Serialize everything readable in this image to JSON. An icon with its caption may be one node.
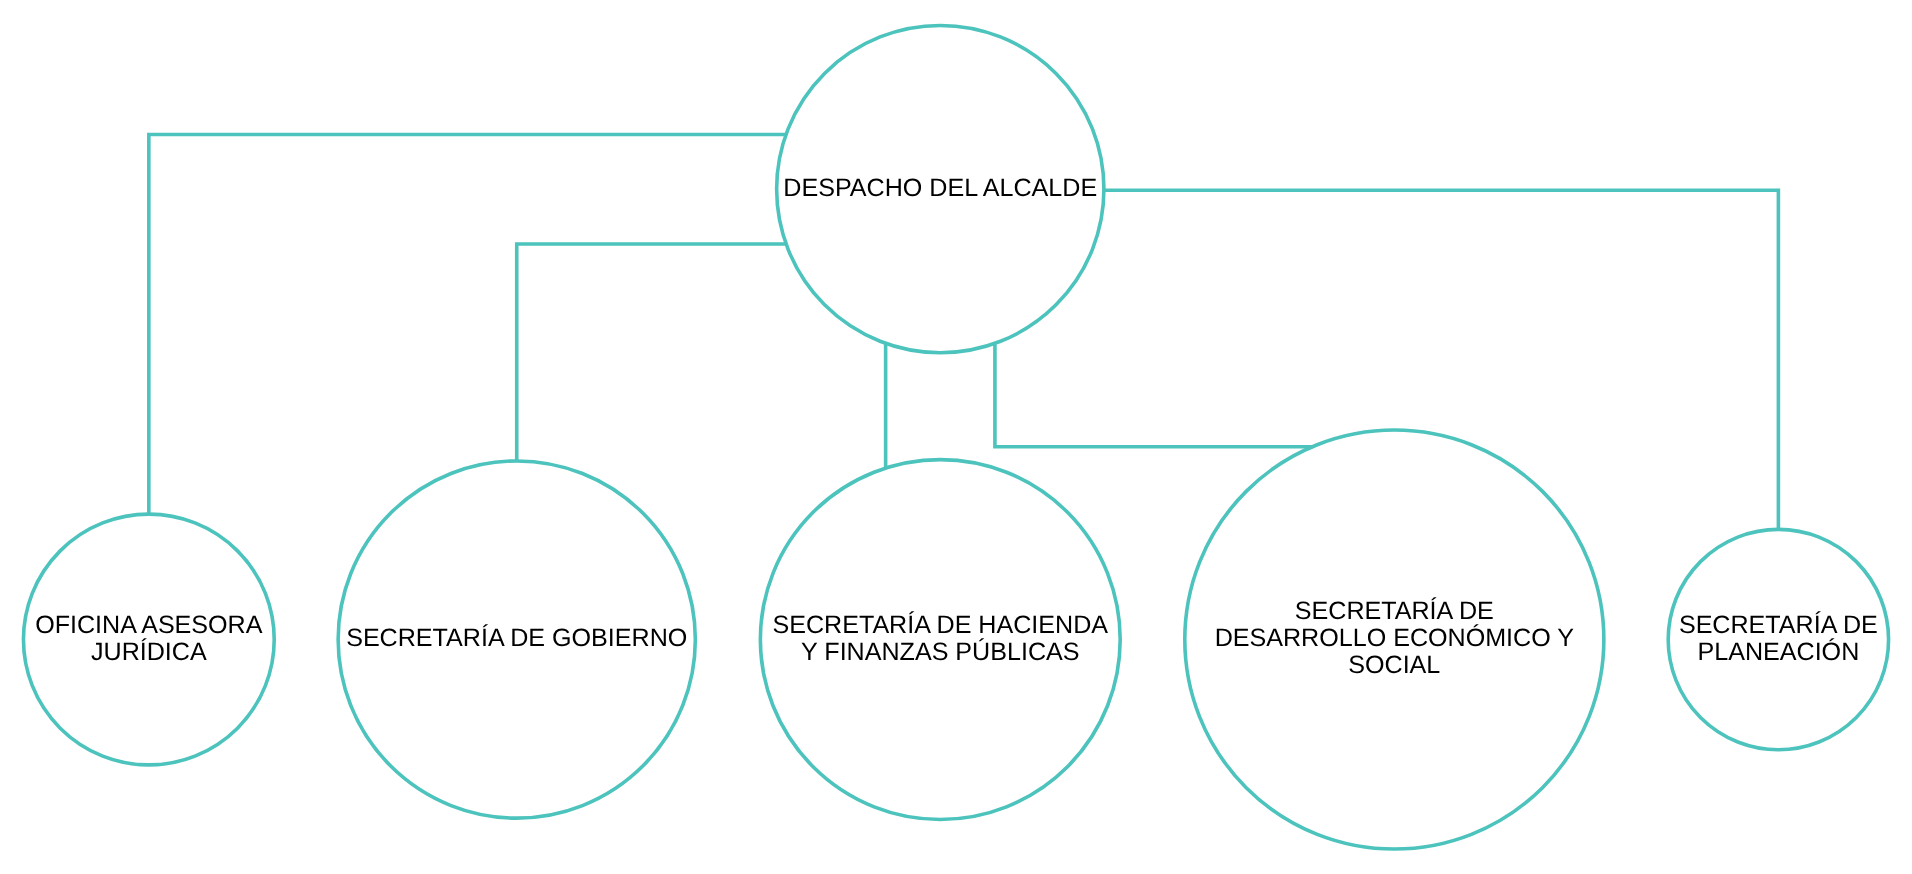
{
  "diagram": {
    "nodes": [
      {
        "text": [
          "DESPACHO DEL ALCALDE"
        ]
      },
      {
        "text": [
          "OFICINA ASESORA JURÍDICA"
        ]
      },
      {
        "text": [
          "SECRETARÍA DE GOBIERNO"
        ]
      },
      {
        "text": [
          "SECRETARÍA DE HACIENDA Y FINANZAS PÚBLICAS"
        ]
      },
      {
        "text": [
          "SECRETARÍA DE DESARROLLO ECONÓMICO Y SOCIAL"
        ]
      },
      {
        "text": [
          "SECRETARÍA DE PLANEACIÓN"
        ]
      }
    ],
    "edges": [
      {
        "from": 0,
        "to": 1,
        "arrow": "none"
      },
      {
        "from": 0,
        "to": 2,
        "arrow": "none"
      },
      {
        "from": 0,
        "to": 3,
        "arrow": "none"
      },
      {
        "from": 0,
        "to": 4,
        "arrow": "none"
      },
      {
        "from": 0,
        "to": 5,
        "arrow": "none"
      }
    ]
  }
}
